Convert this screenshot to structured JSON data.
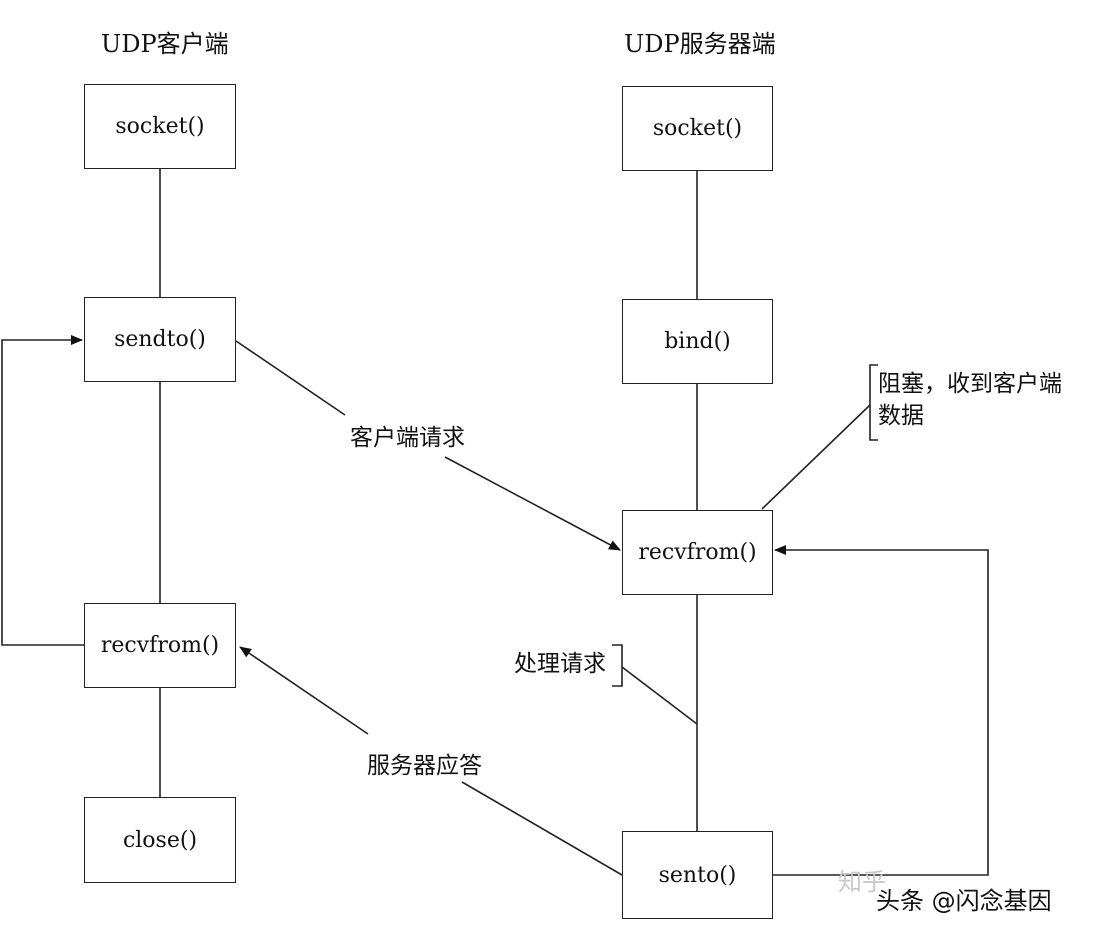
{
  "client": {
    "title": "UDP客户端",
    "socket": "socket()",
    "sendto": "sendto()",
    "recvfrom": "recvfrom()",
    "close": "close()"
  },
  "server": {
    "title": "UDP服务器端",
    "socket": "socket()",
    "bind": "bind()",
    "recvfrom": "recvfrom()",
    "sento": "sento()"
  },
  "labels": {
    "client_request": "客户端请求",
    "server_response": "服务器应答",
    "process_request": "处理请求",
    "blocking_note_line1": "阻塞，收到客户端",
    "blocking_note_line2": "数据"
  },
  "watermark": {
    "text": "头条 @闪念基因",
    "faint_text": "知乎"
  }
}
